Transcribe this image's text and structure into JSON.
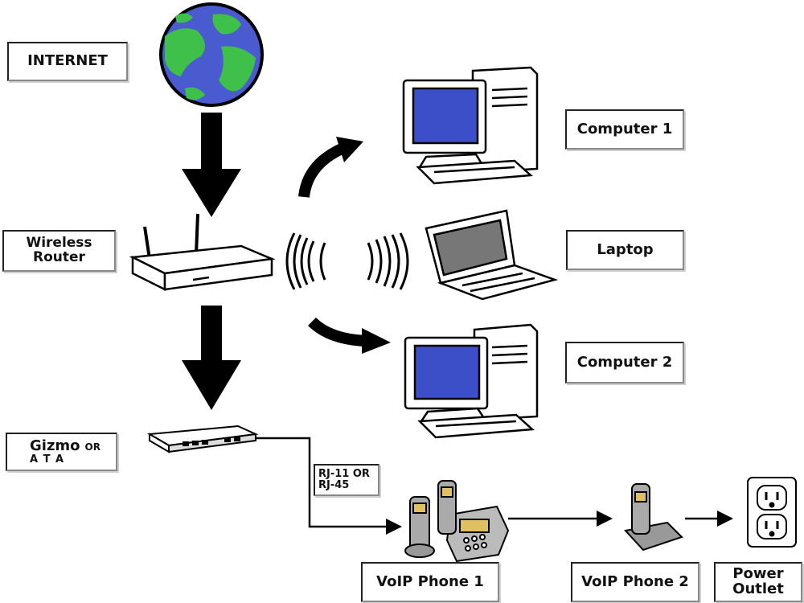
{
  "labels": {
    "internet": "INTERNET",
    "router_line1": "Wireless",
    "router_line2": "Router",
    "gizmo": "Gizmo",
    "gizmo_or": "OR",
    "ata": "A T A",
    "computer1": "Computer 1",
    "laptop": "Laptop",
    "computer2": "Computer 2",
    "rj_line1": "RJ-11 OR",
    "rj_line2": "RJ-45",
    "voip1": "VoIP Phone 1",
    "voip2": "VoIP Phone 2",
    "outlet_line1": "Power",
    "outlet_line2": "Outlet"
  },
  "icons": {
    "globe": "globe-icon",
    "router": "wireless-router-icon",
    "ata": "ata-device-icon",
    "computer": "desktop-computer-icon",
    "laptop": "laptop-icon",
    "phone": "cordless-phone-icon",
    "outlet": "power-outlet-icon"
  },
  "colors": {
    "ocean": "#4a5bd0",
    "land": "#3fc04a",
    "screen": "#3c4fc8",
    "laptop_screen": "#777777",
    "ink": "#000000"
  }
}
